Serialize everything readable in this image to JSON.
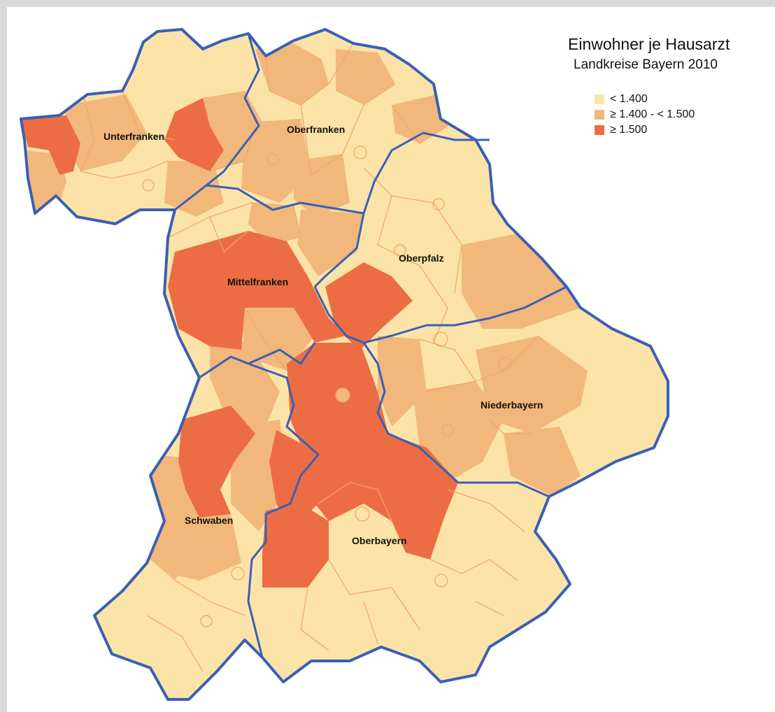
{
  "legend": {
    "title": "Einwohner je Hausarzt",
    "subtitle": "Landkreise Bayern 2010",
    "classes": [
      {
        "label": "< 1.400",
        "color": "#fbe3a8"
      },
      {
        "label": "≥ 1.400  -  < 1.500",
        "color": "#f2b77a"
      },
      {
        "label": "≥ 1.500",
        "color": "#ec6d43"
      }
    ]
  },
  "colors": {
    "border": "#3a5fb5",
    "district_lines": "#f0a46a",
    "background": "#ffffff",
    "frame": "#d9d9d9"
  },
  "regions": [
    {
      "name": "Unterfranken",
      "class": "mixed"
    },
    {
      "name": "Oberfranken",
      "class": "mixed"
    },
    {
      "name": "Oberpfalz",
      "class": "mostly < 1.400"
    },
    {
      "name": "Mittelfranken",
      "class": "mostly ≥ 1.500"
    },
    {
      "name": "Niederbayern",
      "class": "mixed"
    },
    {
      "name": "Schwaben",
      "class": "mixed"
    },
    {
      "name": "Oberbayern",
      "class": "mixed"
    }
  ]
}
